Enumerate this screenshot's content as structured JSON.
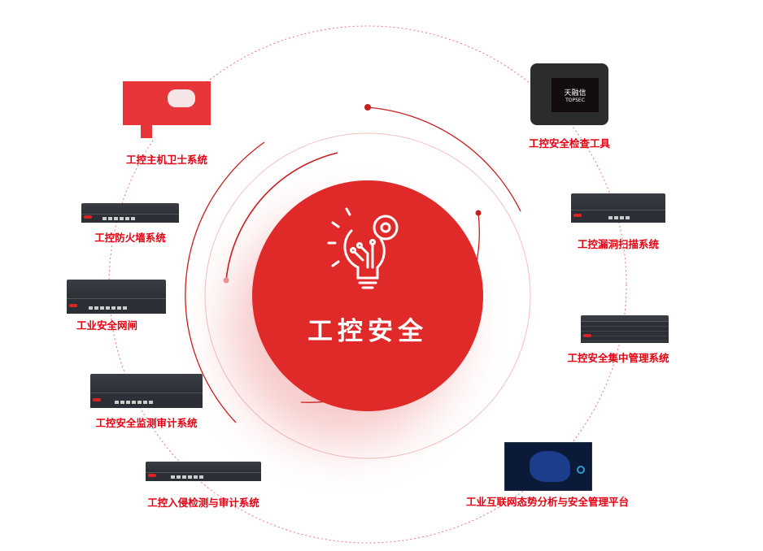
{
  "center": {
    "title": "工控安全",
    "icon": "lightbulb-gear-icon"
  },
  "left_items": [
    {
      "label": "工控主机卫士系统",
      "image": "host-guard-screenshot"
    },
    {
      "label": "工控防火墙系统",
      "image": "firewall-device"
    },
    {
      "label": "工业安全网闸",
      "image": "gatekeeper-device"
    },
    {
      "label": "工控安全监测审计系统",
      "image": "audit-device"
    },
    {
      "label": "工控入侵检测与审计系统",
      "image": "ids-device"
    }
  ],
  "right_items": [
    {
      "label": "工控安全检查工具",
      "image": "inspection-case",
      "logo_text": "天融信 TOPSEC"
    },
    {
      "label": "工控漏洞扫描系统",
      "image": "scanner-device"
    },
    {
      "label": "工控安全集中管理系统",
      "image": "management-device"
    },
    {
      "label": "工业互联网态势分析与安全管理平台",
      "image": "dashboard-screenshot"
    }
  ],
  "colors": {
    "accent": "#e02a2a",
    "label": "#e60012"
  }
}
